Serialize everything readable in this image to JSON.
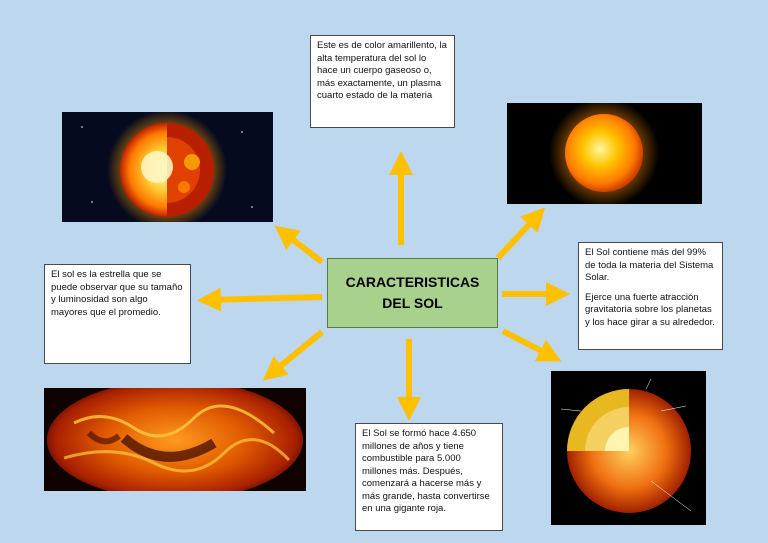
{
  "center": {
    "title": "CARACTERISTICAS\nDEL SOL"
  },
  "notes": {
    "top": "Este es de color amarillento, la alta temperatura del sol lo hace un cuerpo gaseoso o, más exactamente, un plasma cuarto estado de la materia",
    "left": "El sol es la estrella que se puede observar que su tamaño y luminosidad son algo mayores que el promedio.",
    "right_1": "El Sol contiene más del 99% de toda la materia del Sistema Solar.",
    "right_2": "Ejerce una fuerte atracción gravitatoria sobre los planetas y los hace girar a su alrededor.",
    "bottom": "El Sol se formó hace 4.650 millones de años y tiene combustible para 5.000 millones más. Después, comenzará a hacerse más y más grande, hasta convertirse en una gigante roja."
  },
  "colors": {
    "background": "#bdd7ee",
    "center_fill": "#a9d18e",
    "arrow": "#ffc000"
  }
}
